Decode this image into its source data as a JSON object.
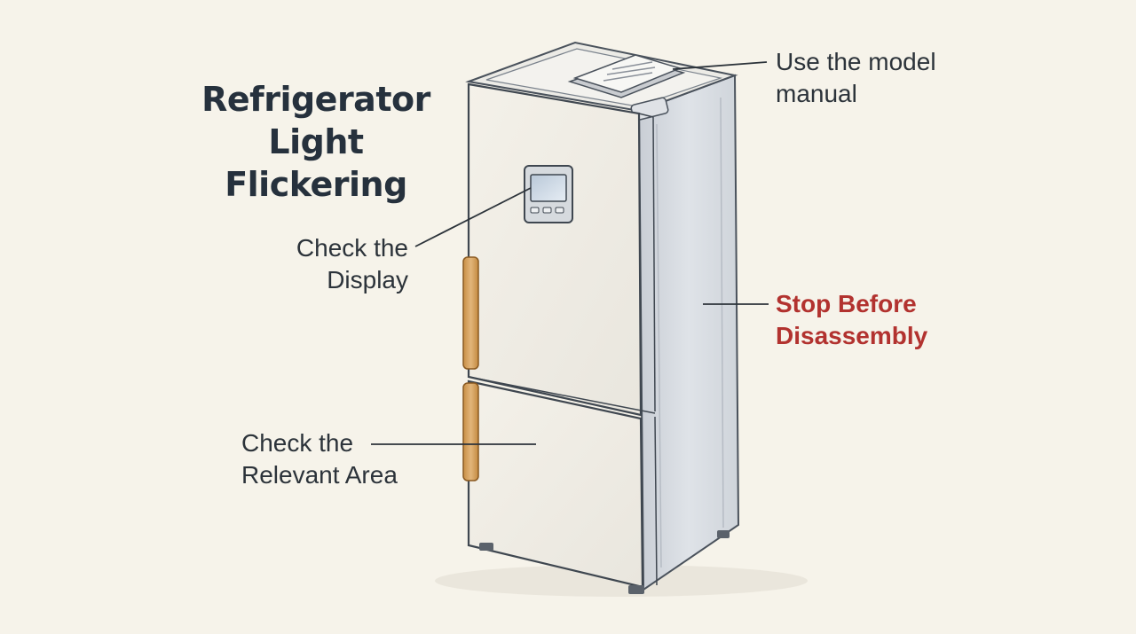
{
  "title": {
    "line1": "Refrigerator",
    "line2": "Light Flickering"
  },
  "callouts": {
    "manual": {
      "line1": "Use the model",
      "line2": "manual"
    },
    "display": {
      "line1": "Check the",
      "line2": "Display"
    },
    "stop": {
      "line1": "Stop Before",
      "line2": "Disassembly"
    },
    "area": {
      "line1": "Check the",
      "line2": "Relevant Area"
    }
  },
  "colors": {
    "background": "#f6f3ea",
    "warning": "#b2322f",
    "handle": "#d8a460"
  }
}
